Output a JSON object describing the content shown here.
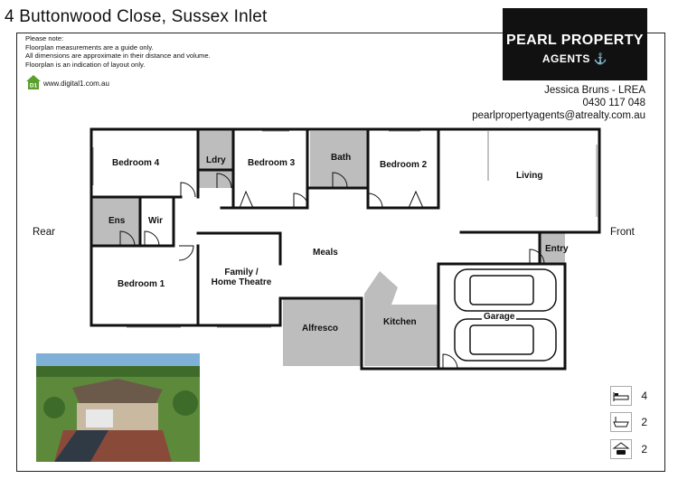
{
  "title": "4 Buttonwood Close, Sussex Inlet",
  "notes": [
    "Please note:",
    "Floorplan measurements are a guide only.",
    "All dimensions are approximate in their distance and volume.",
    "Floorplan is an indication of layout only."
  ],
  "website": "www.digital1.com.au",
  "logo_badge": "D1",
  "brand": {
    "line1": "PEARL PROPERTY",
    "line2": "AGENTS"
  },
  "agent": {
    "name": "Jessica Bruns - LREA",
    "phone": "0430 117 048",
    "email": "pearlpropertyagents@atrealty.com.au"
  },
  "labels": {
    "rear": "Rear",
    "front": "Front"
  },
  "rooms": {
    "bedroom4": "Bedroom 4",
    "laundry": "Ldry",
    "bedroom3": "Bedroom 3",
    "bath": "Bath",
    "bedroom2": "Bedroom 2",
    "living": "Living",
    "ensuite": "Ens",
    "wir": "Wir",
    "meals": "Meals",
    "entry": "Entry",
    "bedroom1": "Bedroom 1",
    "family_line1": "Family /",
    "family_line2": "Home Theatre",
    "alfresco": "Alfresco",
    "kitchen": "Kitchen",
    "garage": "Garage"
  },
  "stats": {
    "bedrooms": "4",
    "bathrooms": "2",
    "garage": "2"
  },
  "icons": [
    "house-logo-icon",
    "anchor-icon",
    "bed-icon",
    "bath-icon",
    "car-icon"
  ],
  "colors": {
    "wall": "#111111",
    "wet_area": "#bdbdbd",
    "brand_bg": "#111111"
  }
}
